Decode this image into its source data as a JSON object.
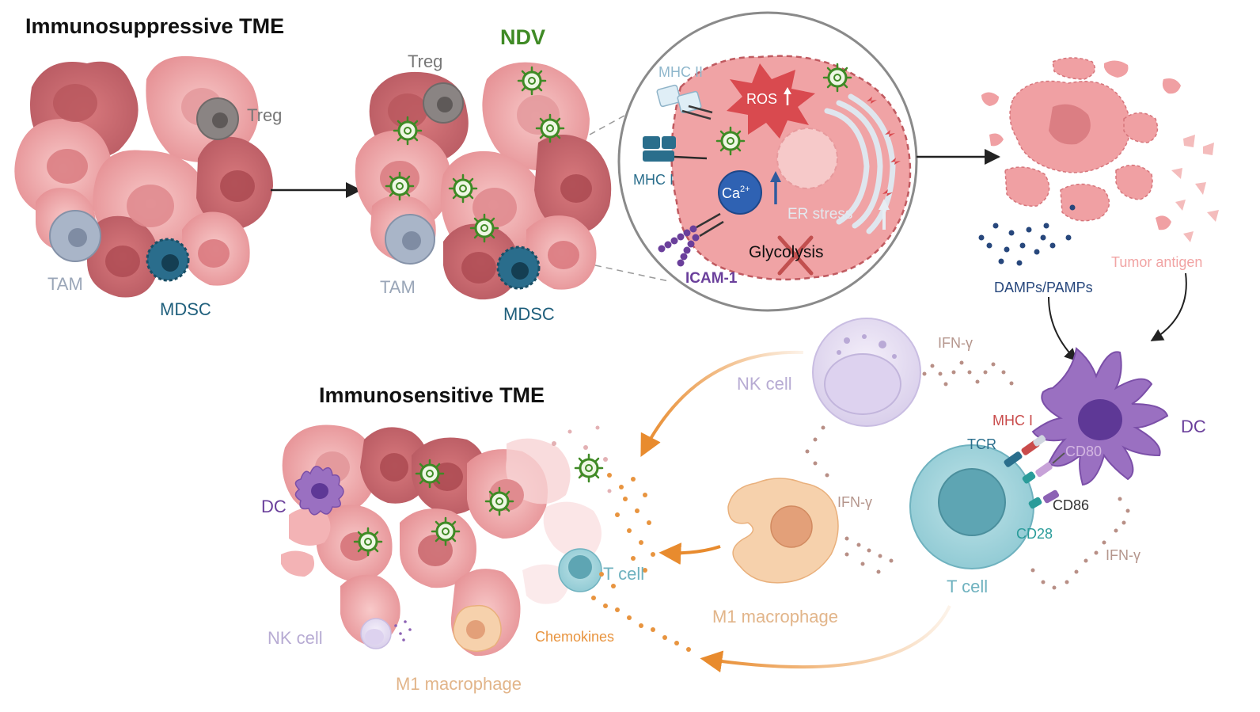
{
  "headings": {
    "suppressive": "Immunosuppressive TME",
    "sensitive": "Immunosensitive TME"
  },
  "virus_label": "NDV",
  "panel1": {
    "treg": "Treg",
    "tam": "TAM",
    "mdsc": "MDSC"
  },
  "panel2": {
    "treg": "Treg",
    "tam": "TAM",
    "mdsc": "MDSC"
  },
  "zoom": {
    "mhc2": "MHC II",
    "mhc1": "MHC I",
    "ros": "ROS",
    "ca_base": "Ca",
    "ca_sup": "2+",
    "er_stress": "ER stress",
    "glycolysis": "Glycolysis",
    "icam": "ICAM-1"
  },
  "lysis": {
    "damps": "DAMPs/PAMPs",
    "tumor_antigen": "Tumor antigen"
  },
  "immune": {
    "dc": "DC",
    "nk_cell": "NK cell",
    "ifn_top": "IFN-γ",
    "ifn_mid": "IFN-γ",
    "ifn_right": "IFN-γ",
    "mhc1": "MHC I",
    "tcr": "TCR",
    "cd80": "CD80",
    "cd86": "CD86",
    "cd28": "CD28",
    "t_cell": "T cell",
    "m1_macrophage": "M1 macrophage"
  },
  "sensitive_tme": {
    "dc": "DC",
    "t_cell": "T cell",
    "nk_cell": "NK cell",
    "chemokines": "Chemokines",
    "m1_macrophage": "M1 macrophage"
  },
  "colors": {
    "tumor_light": "#f6c2c2",
    "tumor_mid": "#ec9c9c",
    "tumor_dark": "#c9666c",
    "treg": "#8a8483",
    "tam": "#9aa8bd",
    "mdsc": "#1f5f7c",
    "virus": "#3f8a25",
    "dc": "#8c62b4",
    "nk": "#d5cbe8",
    "tcell": "#8ccad3",
    "macrophage": "#f6cfa9",
    "arrow_orange": "#e88b2e",
    "ros": "#d94a4f",
    "calcium": "#2f62b3",
    "damps": "#27477c",
    "tumor_antigen_text": "#f1a4a4"
  }
}
